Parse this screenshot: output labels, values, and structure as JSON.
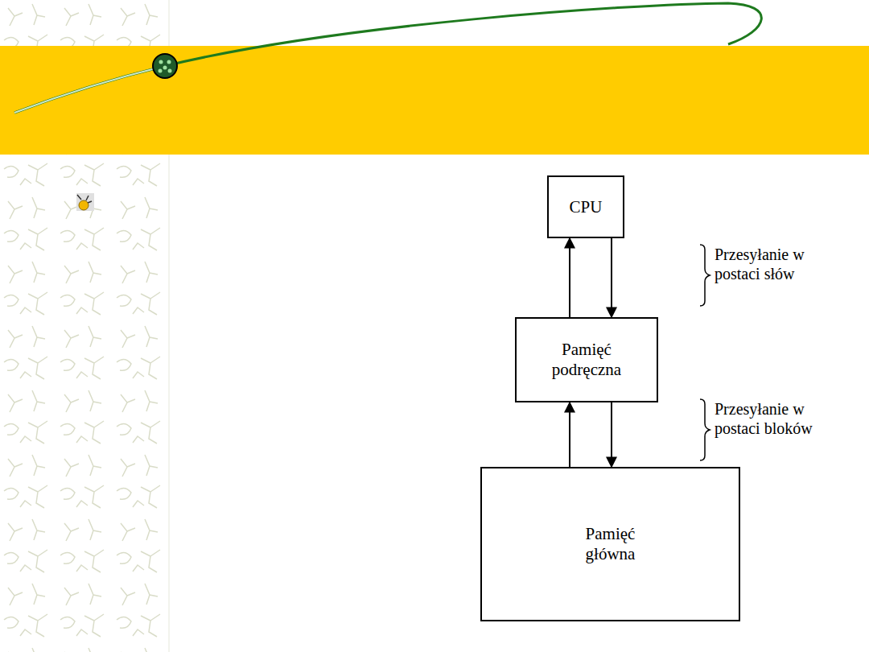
{
  "diagram": {
    "nodes": [
      {
        "text": [
          "CPU"
        ]
      },
      {
        "text": [
          "Pamięć podręczna"
        ]
      },
      {
        "text": [
          "Pamięć główna"
        ]
      }
    ],
    "edges": [
      {
        "from": 1,
        "to": 0,
        "arrow": "to"
      },
      {
        "from": 0,
        "to": 1,
        "arrow": "to"
      },
      {
        "from": 2,
        "to": 1,
        "arrow": "to"
      },
      {
        "from": 1,
        "to": 2,
        "arrow": "to"
      }
    ],
    "labels": [
      "Przesyłanie w postaci słów",
      "Przesyłanie w postaci bloków"
    ]
  }
}
